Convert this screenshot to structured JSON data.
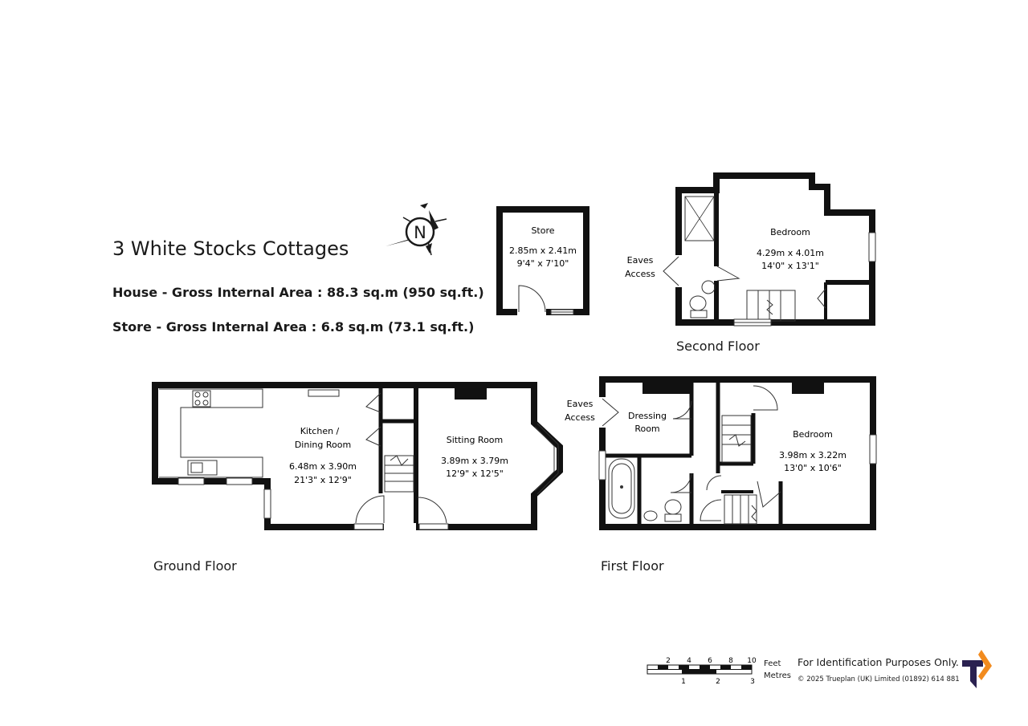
{
  "title": "3 White Stocks Cottages",
  "areas": {
    "house": "House - Gross Internal Area  :  88.3 sq.m   (950 sq.ft.)",
    "store": "Store - Gross Internal Area  :  6.8 sq.m   (73.1 sq.ft.)"
  },
  "compass": {
    "letter": "N"
  },
  "floors": {
    "ground": "Ground Floor",
    "first": "First Floor",
    "second": "Second Floor"
  },
  "rooms": {
    "store": {
      "name": "Store",
      "metric": "2.85m  x  2.41m",
      "imperial": "9'4\"  x  7'10\""
    },
    "second_bedroom": {
      "name": "Bedroom",
      "metric": "4.29m  x  4.01m",
      "imperial": "14'0\"  x  13'1\""
    },
    "second_eaves": {
      "line1": "Eaves",
      "line2": "Access"
    },
    "kitchen": {
      "line1": "Kitchen /",
      "line2": "Dining Room",
      "metric": "6.48m  x  3.90m",
      "imperial": "21'3\"  x  12'9\""
    },
    "sitting": {
      "name": "Sitting Room",
      "metric": "3.89m  x  3.79m",
      "imperial": "12'9\"  x  12'5\""
    },
    "first_eaves": {
      "line1": "Eaves",
      "line2": "Access"
    },
    "dressing": {
      "line1": "Dressing",
      "line2": "Room"
    },
    "first_bedroom": {
      "name": "Bedroom",
      "metric": "3.98m  x  3.22m",
      "imperial": "13'0\"  x  10'6\""
    }
  },
  "scale": {
    "feet_ticks": [
      "2",
      "4",
      "6",
      "8",
      "10"
    ],
    "metre_ticks": [
      "1",
      "2",
      "3"
    ],
    "feet_label": "Feet",
    "metres_label": "Metres"
  },
  "footer": {
    "note": "For Identification Purposes Only.",
    "copyright": "©  2025 Trueplan (UK) Limited  (01892) 614 881"
  },
  "colors": {
    "wall": "#111111",
    "logo_navy": "#2a2150",
    "logo_orange": "#f28b1e"
  }
}
